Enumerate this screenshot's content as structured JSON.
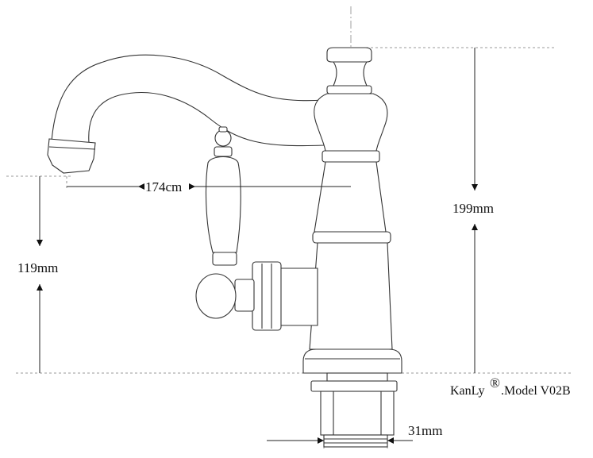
{
  "dimensions": {
    "spout_reach": "174cm",
    "total_height": "199mm",
    "spout_height": "119mm",
    "thread_diameter": "31mm"
  },
  "brand": {
    "name": "KanLy",
    "registered_mark": "®",
    "model": ".Model V02B"
  }
}
